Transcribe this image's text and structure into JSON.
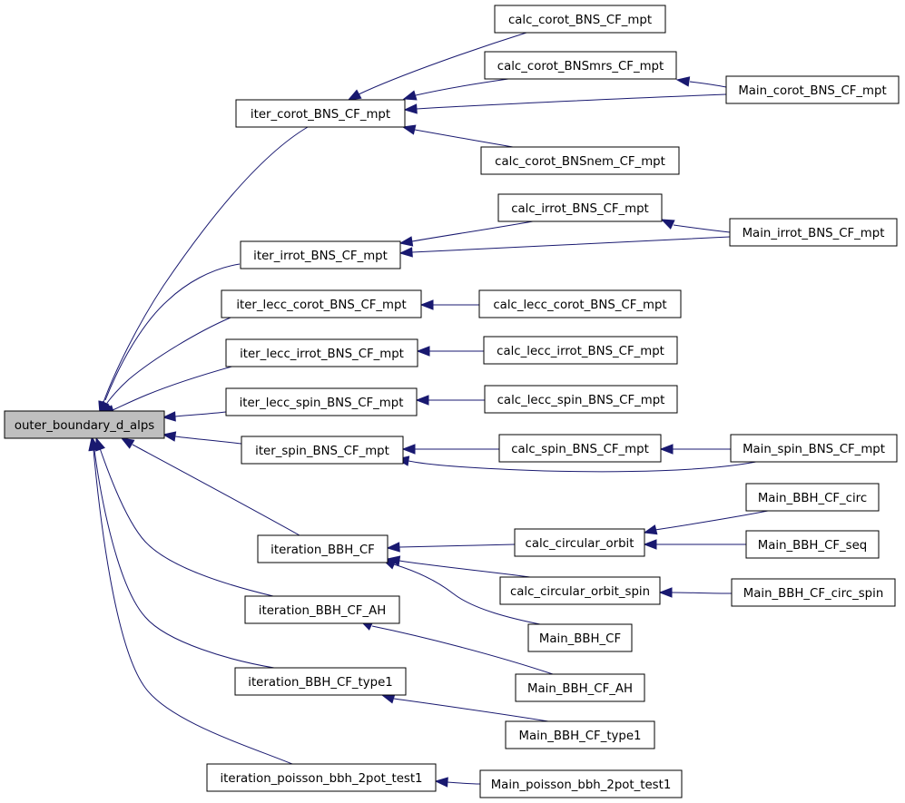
{
  "graph": {
    "root": "outer_boundary_d_alps",
    "edge_color": "#191970",
    "root_fill": "#bfbfbf",
    "nodes": [
      {
        "id": "outer",
        "label": "outer_boundary_d_alps"
      },
      {
        "id": "iter_corot",
        "label": "iter_corot_BNS_CF_mpt"
      },
      {
        "id": "iter_irrot",
        "label": "iter_irrot_BNS_CF_mpt"
      },
      {
        "id": "iter_lecc_corot",
        "label": "iter_lecc_corot_BNS_CF_mpt"
      },
      {
        "id": "iter_lecc_irrot",
        "label": "iter_lecc_irrot_BNS_CF_mpt"
      },
      {
        "id": "iter_lecc_spin",
        "label": "iter_lecc_spin_BNS_CF_mpt"
      },
      {
        "id": "iter_spin",
        "label": "iter_spin_BNS_CF_mpt"
      },
      {
        "id": "iteration_BBH_CF",
        "label": "iteration_BBH_CF"
      },
      {
        "id": "iteration_BBH_CF_AH",
        "label": "iteration_BBH_CF_AH"
      },
      {
        "id": "iteration_BBH_CF_type1",
        "label": "iteration_BBH_CF_type1"
      },
      {
        "id": "iteration_poisson",
        "label": "iteration_poisson_bbh_2pot_test1"
      },
      {
        "id": "calc_corot",
        "label": "calc_corot_BNS_CF_mpt"
      },
      {
        "id": "calc_corot_mrs",
        "label": "calc_corot_BNSmrs_CF_mpt"
      },
      {
        "id": "calc_corot_nem",
        "label": "calc_corot_BNSnem_CF_mpt"
      },
      {
        "id": "calc_irrot",
        "label": "calc_irrot_BNS_CF_mpt"
      },
      {
        "id": "calc_lecc_corot",
        "label": "calc_lecc_corot_BNS_CF_mpt"
      },
      {
        "id": "calc_lecc_irrot",
        "label": "calc_lecc_irrot_BNS_CF_mpt"
      },
      {
        "id": "calc_lecc_spin",
        "label": "calc_lecc_spin_BNS_CF_mpt"
      },
      {
        "id": "calc_spin",
        "label": "calc_spin_BNS_CF_mpt"
      },
      {
        "id": "calc_circular_orbit",
        "label": "calc_circular_orbit"
      },
      {
        "id": "calc_circular_orbit_spin",
        "label": "calc_circular_orbit_spin"
      },
      {
        "id": "main_bbh_cf",
        "label": "Main_BBH_CF"
      },
      {
        "id": "main_bbh_cf_ah",
        "label": "Main_BBH_CF_AH"
      },
      {
        "id": "main_bbh_cf_type1",
        "label": "Main_BBH_CF_type1"
      },
      {
        "id": "main_poisson",
        "label": "Main_poisson_bbh_2pot_test1"
      },
      {
        "id": "main_corot",
        "label": "Main_corot_BNS_CF_mpt"
      },
      {
        "id": "main_irrot",
        "label": "Main_irrot_BNS_CF_mpt"
      },
      {
        "id": "main_spin",
        "label": "Main_spin_BNS_CF_mpt"
      },
      {
        "id": "main_bbh_cf_circ",
        "label": "Main_BBH_CF_circ"
      },
      {
        "id": "main_bbh_cf_seq",
        "label": "Main_BBH_CF_seq"
      },
      {
        "id": "main_bbh_cf_circ_spin",
        "label": "Main_BBH_CF_circ_spin"
      }
    ],
    "edges": [
      {
        "from": "iter_corot",
        "to": "outer"
      },
      {
        "from": "iter_irrot",
        "to": "outer"
      },
      {
        "from": "iter_lecc_corot",
        "to": "outer"
      },
      {
        "from": "iter_lecc_irrot",
        "to": "outer"
      },
      {
        "from": "iter_lecc_spin",
        "to": "outer"
      },
      {
        "from": "iter_spin",
        "to": "outer"
      },
      {
        "from": "iteration_BBH_CF",
        "to": "outer"
      },
      {
        "from": "iteration_BBH_CF_AH",
        "to": "outer"
      },
      {
        "from": "iteration_BBH_CF_type1",
        "to": "outer"
      },
      {
        "from": "iteration_poisson",
        "to": "outer"
      },
      {
        "from": "calc_corot",
        "to": "iter_corot"
      },
      {
        "from": "calc_corot_mrs",
        "to": "iter_corot"
      },
      {
        "from": "main_corot",
        "to": "iter_corot"
      },
      {
        "from": "calc_corot_nem",
        "to": "iter_corot"
      },
      {
        "from": "main_corot",
        "to": "calc_corot_mrs"
      },
      {
        "from": "calc_irrot",
        "to": "iter_irrot"
      },
      {
        "from": "main_irrot",
        "to": "iter_irrot"
      },
      {
        "from": "main_irrot",
        "to": "calc_irrot"
      },
      {
        "from": "calc_lecc_corot",
        "to": "iter_lecc_corot"
      },
      {
        "from": "calc_lecc_irrot",
        "to": "iter_lecc_irrot"
      },
      {
        "from": "calc_lecc_spin",
        "to": "iter_lecc_spin"
      },
      {
        "from": "calc_spin",
        "to": "iter_spin"
      },
      {
        "from": "main_spin",
        "to": "iter_spin"
      },
      {
        "from": "main_spin",
        "to": "calc_spin"
      },
      {
        "from": "calc_circular_orbit",
        "to": "iteration_BBH_CF"
      },
      {
        "from": "calc_circular_orbit_spin",
        "to": "iteration_BBH_CF"
      },
      {
        "from": "main_bbh_cf",
        "to": "iteration_BBH_CF"
      },
      {
        "from": "main_bbh_cf_circ",
        "to": "calc_circular_orbit"
      },
      {
        "from": "main_bbh_cf_seq",
        "to": "calc_circular_orbit"
      },
      {
        "from": "main_bbh_cf_circ_spin",
        "to": "calc_circular_orbit_spin"
      },
      {
        "from": "main_bbh_cf_ah",
        "to": "iteration_BBH_CF_AH"
      },
      {
        "from": "main_bbh_cf_type1",
        "to": "iteration_BBH_CF_type1"
      },
      {
        "from": "main_poisson",
        "to": "iteration_poisson"
      }
    ]
  }
}
